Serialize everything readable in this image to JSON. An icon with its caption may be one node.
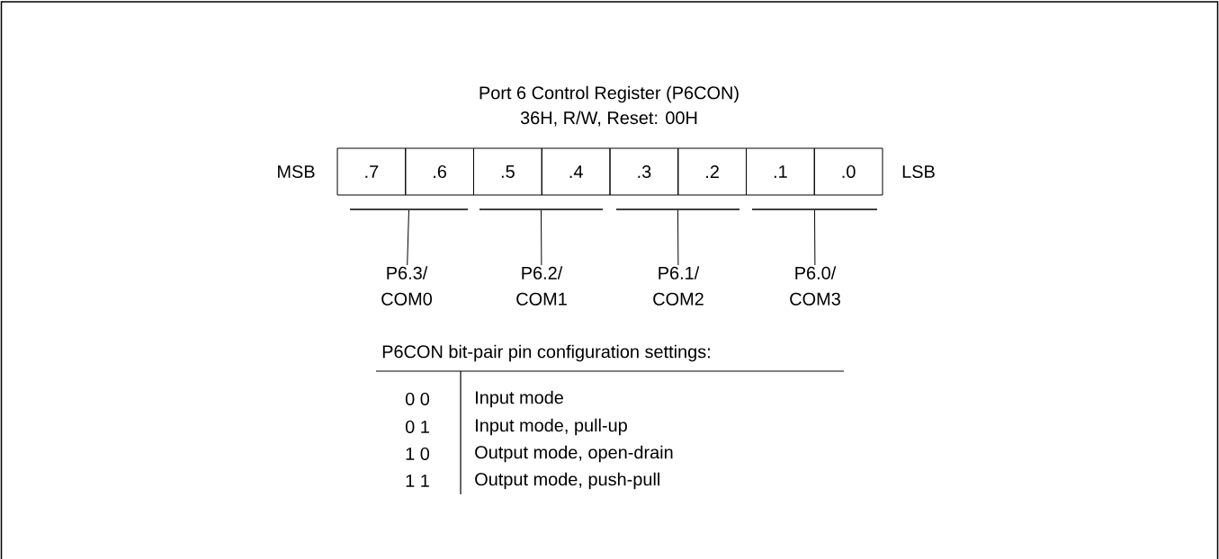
{
  "diagram": {
    "title": "Port 6 Control Register (P6CON)",
    "nodes": [
      {
        "text": [
          ".7"
        ]
      },
      {
        "text": [
          ".6"
        ]
      },
      {
        "text": [
          ".5"
        ]
      },
      {
        "text": [
          ".4"
        ]
      },
      {
        "text": [
          ".3"
        ]
      },
      {
        "text": [
          ".2"
        ]
      },
      {
        "text": [
          ".1"
        ]
      },
      {
        "text": [
          ".0"
        ]
      },
      {
        "text": [],
        "shape": "bar"
      },
      {
        "text": [],
        "shape": "bar"
      },
      {
        "text": [],
        "shape": "bar"
      },
      {
        "text": [],
        "shape": "bar"
      },
      {
        "text": [
          "P6.3/ COM0"
        ]
      },
      {
        "text": [
          "P6.2/ COM1"
        ]
      },
      {
        "text": [
          "P6.1/ COM2"
        ]
      },
      {
        "text": [
          "P6.0/ COM3"
        ]
      }
    ],
    "edges": [
      {
        "from": 8,
        "to": 12,
        "arrow": "none"
      },
      {
        "from": 9,
        "to": 13,
        "arrow": "none"
      },
      {
        "from": 10,
        "to": 14,
        "arrow": "none"
      },
      {
        "from": 11,
        "to": 15,
        "arrow": "none"
      }
    ],
    "labels": [
      "36H, R/W, Reset: 00H",
      "MSB",
      "LSB",
      "P6CON bit-pair pin configuration settings:",
      "0 0",
      "Input mode",
      "0 1",
      "Input mode, pull-up",
      "1 0",
      "Output mode, open-drain",
      "1 1",
      "Output mode, push-pull"
    ]
  }
}
